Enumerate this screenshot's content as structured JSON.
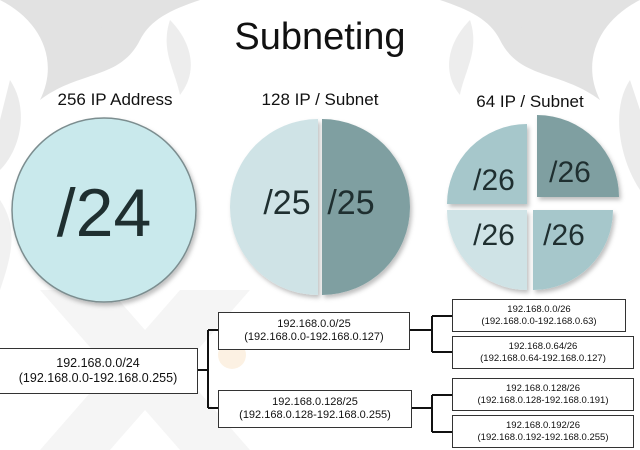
{
  "title": "Subneting",
  "headings": {
    "col1": "256 IP Address",
    "col2": "128 IP / Subnet",
    "col3": "64 IP / Subnet"
  },
  "circles": {
    "c24": "/24",
    "c25": [
      "/25",
      "/25"
    ],
    "c26": [
      "/26",
      "/26",
      "/26",
      "/26"
    ]
  },
  "tree": {
    "root": {
      "net": "192.168.0.0/24",
      "range": "(192.168.0.0-192.168.0.255)"
    },
    "mid": [
      {
        "net": "192.168.0.0/25",
        "range": "(192.168.0.0-192.168.0.127)"
      },
      {
        "net": "192.168.0.128/25",
        "range": "(192.168.0.128-192.168.0.255)"
      }
    ],
    "leaf": [
      {
        "net": "192.168.0.0/26",
        "range": "(192.168.0.0-192.168.0.63)"
      },
      {
        "net": "192.168.0.64/26",
        "range": "(192.168.0.64-192.168.0.127)"
      },
      {
        "net": "192.168.0.128/26",
        "range": "(192.168.0.128-192.168.0.191)"
      },
      {
        "net": "192.168.0.192/26",
        "range": "(192.168.0.192-192.168.0.255)"
      }
    ]
  },
  "colors": {
    "light": "#cfe3e6",
    "mid": "#a6c7cb",
    "dark": "#7f9fa1",
    "circle24": "#c9e9ec",
    "text": "#222222"
  }
}
